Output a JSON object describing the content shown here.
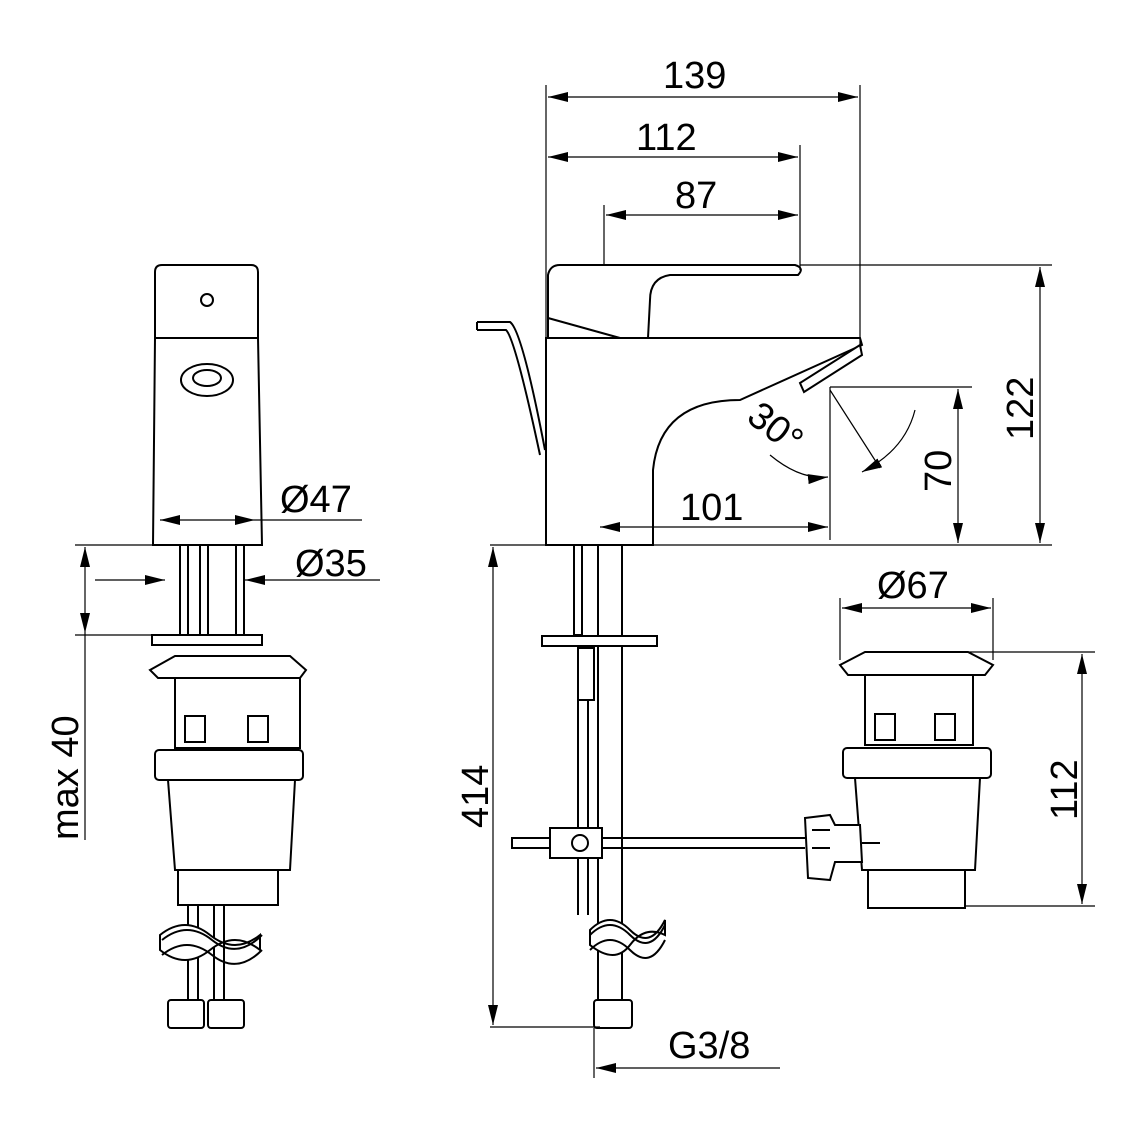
{
  "drawing": {
    "dimensions": {
      "total_length": "139",
      "handle_length": "112",
      "spout_reach": "87",
      "total_height": "122",
      "outlet_height": "70",
      "spray_angle": "30°",
      "outlet_distance": "101",
      "body_diameter": "Ø47",
      "shank_diameter": "Ø35",
      "max_deck_thickness": "max 40",
      "hose_length": "414",
      "waste_diameter": "Ø67",
      "waste_height": "112",
      "connection_thread": "G3/8"
    },
    "line_color": "#000000",
    "background_color": "#ffffff"
  }
}
